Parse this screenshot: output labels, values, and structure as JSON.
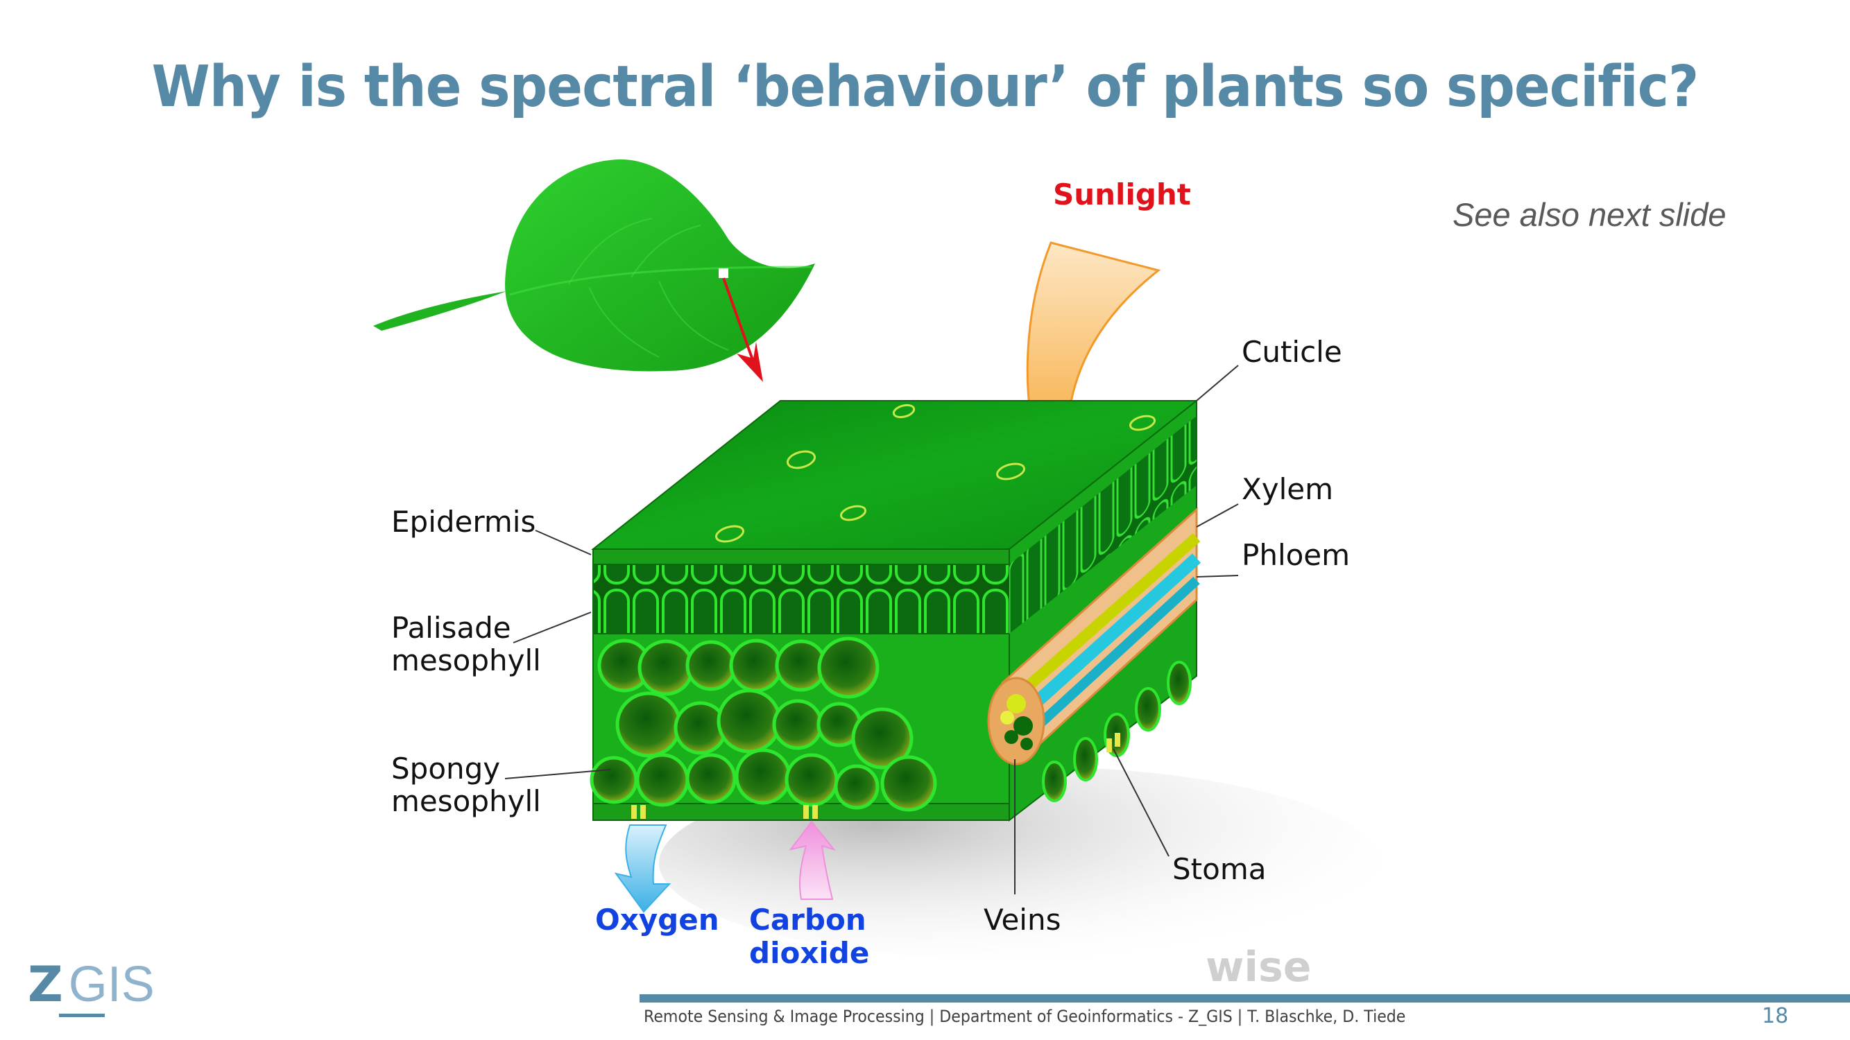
{
  "slide": {
    "title": "Why is the spectral ‘behaviour’ of plants so specific?",
    "side_note": "See also next slide",
    "page_number": "18"
  },
  "figure": {
    "labels": {
      "sunlight": "Sunlight",
      "cuticle": "Cuticle",
      "xylem": "Xylem",
      "phloem": "Phloem",
      "epidermis": "Epidermis",
      "palisade_line1": "Palisade",
      "palisade_line2": "mesophyll",
      "spongy_line1": "Spongy",
      "spongy_line2": "mesophyll",
      "stoma": "Stoma",
      "veins": "Veins",
      "oxygen": "Oxygen",
      "carbon_line1": "Carbon",
      "carbon_line2": "dioxide"
    },
    "watermark": "wise",
    "colors": {
      "leaf_green": "#1fbf1f",
      "tissue_green": "#0f9e18",
      "sunlight_arrow": "#f7a83a",
      "oxygen_arrow": "#3bb0e6",
      "co2_arrow": "#f4b6e8",
      "pointer_arrow": "#e0121b"
    }
  },
  "logo": {
    "z": "Z",
    "gis": "GIS"
  },
  "footer": {
    "text": "Remote Sensing & Image Processing | Department of Geoinformatics - Z_GIS | T. Blaschke, D. Tiede"
  },
  "theme": {
    "accent": "#5589a6"
  }
}
